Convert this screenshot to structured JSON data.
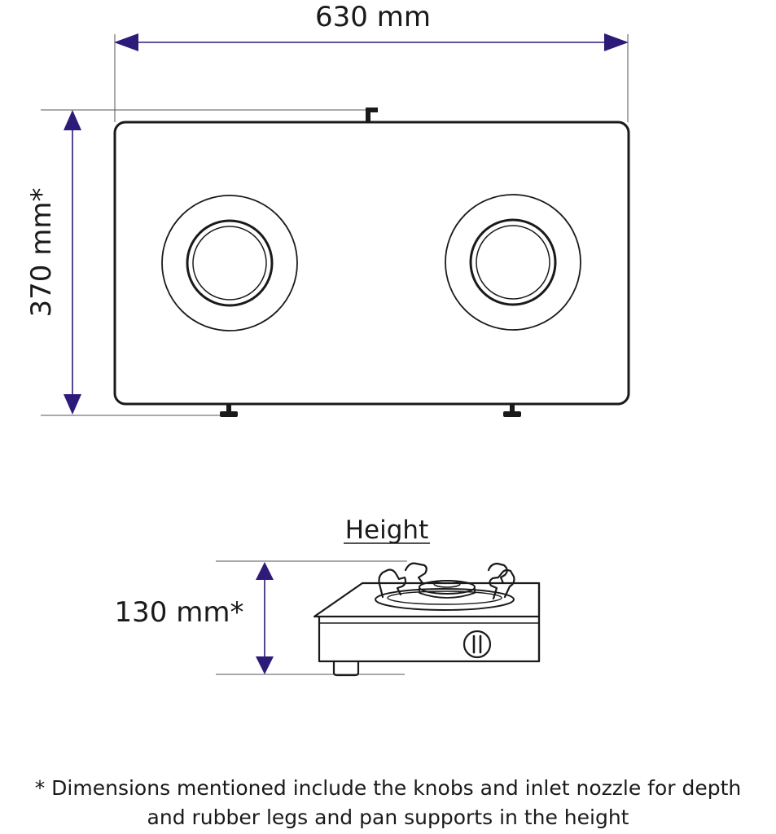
{
  "dimensions": {
    "width_label": "630 mm",
    "depth_label": "370 mm*",
    "height_label": "130 mm*"
  },
  "height_section": {
    "title": "Height"
  },
  "footnote": {
    "line1": "* Dimensions mentioned include the knobs and inlet nozzle for depth",
    "line2": "and rubber legs and pan supports in the height"
  },
  "colors": {
    "arrow": "#2e1a78",
    "outline": "#1a1a1a",
    "guide": "#555555"
  }
}
